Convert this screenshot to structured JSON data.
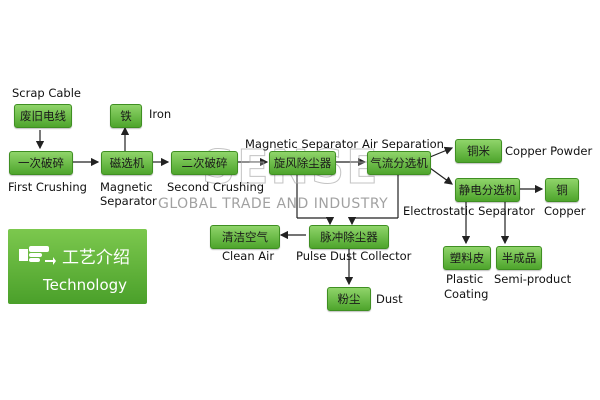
{
  "nodes": {
    "scrap_cable": "废旧电线",
    "first_crushing": "一次破碎",
    "iron": "铁",
    "magnetic_separator": "磁选机",
    "second_crushing": "二次破碎",
    "cyclone_separator": "旋风除尘器",
    "air_separator": "气流分选机",
    "copper_rice": "铜米",
    "electrostatic_separator": "静电分选机",
    "copper": "铜",
    "plastic": "塑料皮",
    "semi_product": "半成品",
    "pulse_dust_collector": "脉冲除尘器",
    "clean_air": "清洁空气",
    "dust": "粉尘"
  },
  "labels": {
    "scrap_cable": "Scrap Cable",
    "first_crushing": "First Crushing",
    "iron": "Iron",
    "magnetic_separator_1": "Magnetic",
    "magnetic_separator_2": "Separator",
    "second_crushing": "Second Crushing",
    "magnetic_separator_top": "Magnetic Separator",
    "air_separation": "Air Separation",
    "copper_powder": "Copper Powder",
    "electrostatic_separator": "Electrostatic Separator",
    "copper": "Copper",
    "clean_air": "Clean Air",
    "pulse_dust_collector": "Pulse Dust Collector",
    "plastic_1": "Plastic",
    "plastic_2": "Coating",
    "semi_product": "Semi-product",
    "dust": "Dust"
  },
  "badge": {
    "cn": "工艺介绍",
    "en": "Technology"
  },
  "watermark": {
    "main": "SENSE",
    "sub": "GLOBAL TRADE AND INDUSTRY"
  },
  "colors": {
    "node_fill": "#5fb53a",
    "node_border": "#3f8f22",
    "arrow": "#222222",
    "badge": "#5aad35"
  }
}
